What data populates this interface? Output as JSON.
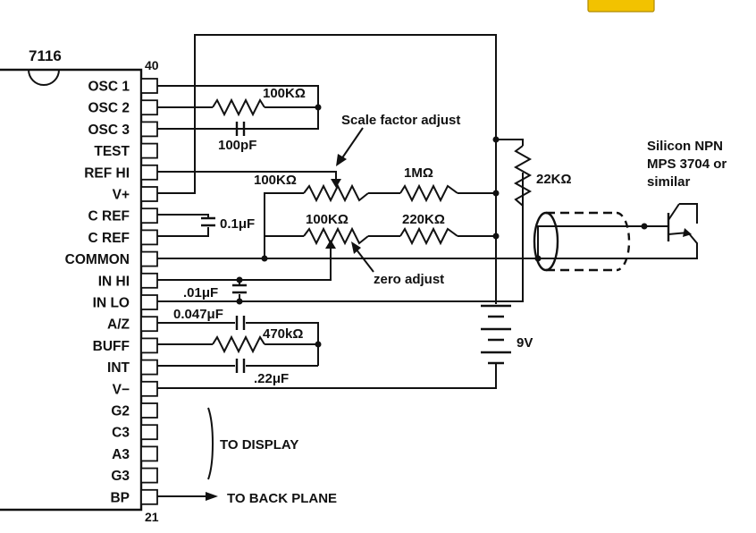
{
  "chip": {
    "part_number": "7116",
    "top_pin_number": "40",
    "bottom_pin_number": "21",
    "pins": [
      {
        "name": "OSC 1"
      },
      {
        "name": "OSC 2"
      },
      {
        "name": "OSC 3"
      },
      {
        "name": "TEST"
      },
      {
        "name": "REF HI"
      },
      {
        "name": "V+"
      },
      {
        "name": "C REF"
      },
      {
        "name": "C REF"
      },
      {
        "name": "COMMON"
      },
      {
        "name": "IN HI"
      },
      {
        "name": "IN LO"
      },
      {
        "name": "A/Z"
      },
      {
        "name": "BUFF"
      },
      {
        "name": "INT"
      },
      {
        "name": "V−"
      },
      {
        "name": "G2"
      },
      {
        "name": "C3"
      },
      {
        "name": "A3"
      },
      {
        "name": "G3"
      },
      {
        "name": "BP"
      }
    ]
  },
  "labels": {
    "r_osc": "100KΩ",
    "c_osc": "100pF",
    "scale_adjust": "Scale factor adjust",
    "zero_adjust": "zero adjust",
    "r_scale_pot": "100KΩ",
    "r_scale_fixed": "1MΩ",
    "r_zero_pot": "100KΩ",
    "r_zero_fixed": "220KΩ",
    "c_ref": "0.1μF",
    "c_in": ".01μF",
    "c_az": "0.047μF",
    "r_int": "470kΩ",
    "c_int": ".22μF",
    "r_bias": "22KΩ",
    "battery": "9V",
    "transistor_line1": "Silicon NPN",
    "transistor_line2": "MPS 3704 or",
    "transistor_line3": "similar",
    "to_display": "TO DISPLAY",
    "to_back_plane": "TO BACK PLANE"
  },
  "colors": {
    "ink": "#111111",
    "tab_accent": "#f2c200"
  }
}
